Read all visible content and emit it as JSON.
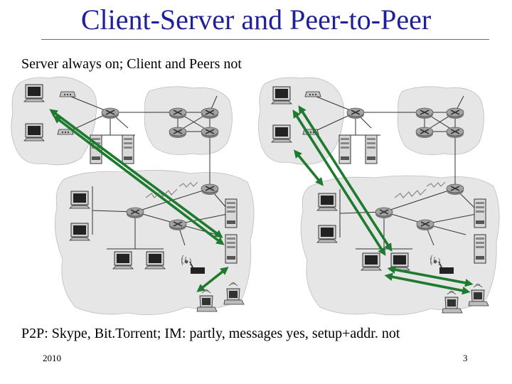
{
  "slide": {
    "title": "Client-Server and Peer-to-Peer",
    "subtitle": "Server always on; Client and Peers not",
    "note": "P2P: Skype, Bit.Torrent; IM: partly, messages yes, setup+addr. not",
    "footer_left": "2010",
    "page_number": "3"
  },
  "colors": {
    "title": "#1f1f99",
    "arrow": "#1e7a2e",
    "cloud": "#e6e6e6",
    "router": "#9a9a9a",
    "link": "#333333"
  }
}
